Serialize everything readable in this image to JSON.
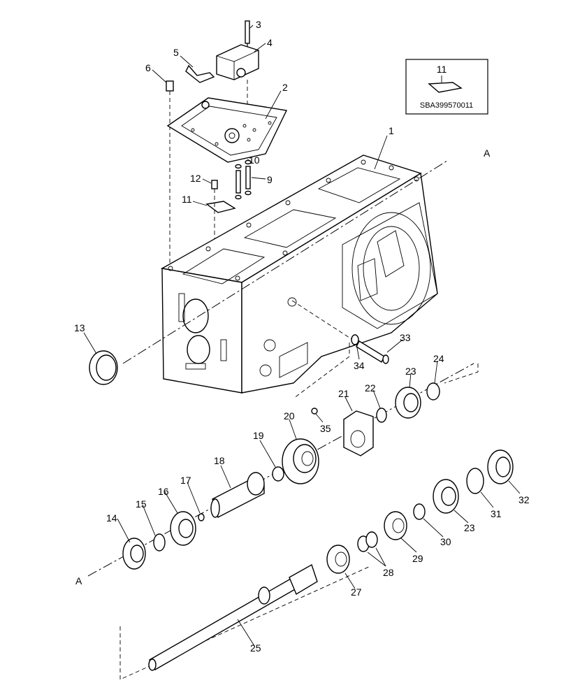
{
  "callouts": [
    "1",
    "2",
    "3",
    "4",
    "5",
    "6",
    "9",
    "10",
    "11",
    "12",
    "13",
    "14",
    "15",
    "16",
    "17",
    "18",
    "19",
    "20",
    "21",
    "22",
    "23",
    "23",
    "24",
    "25",
    "27",
    "28",
    "29",
    "30",
    "31",
    "32",
    "33",
    "34",
    "35",
    "11"
  ],
  "section_marks": [
    "A",
    "A"
  ],
  "reference_box": {
    "part_no": "11",
    "code": "SBA399570011"
  }
}
